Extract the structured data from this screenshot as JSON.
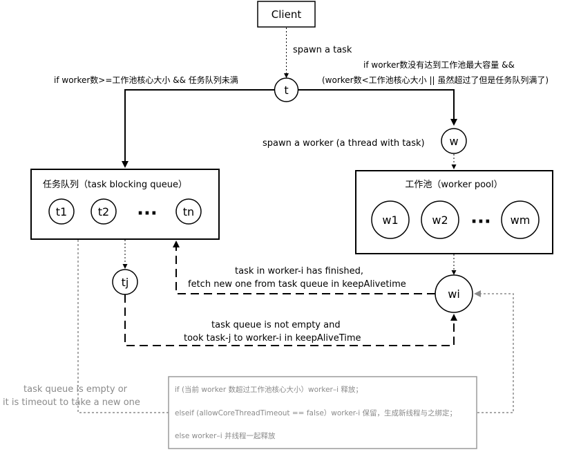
{
  "client": {
    "label": "Client"
  },
  "edges": {
    "spawn_task": "spawn a task",
    "core_full": "if worker数>=工作池核心大小 && 任务队列未满",
    "not_max_line1": "if worker数没有达到工作池最大容量 &&",
    "not_max_line2": "(worker数<工作池核心大小 || 虽然超过了但是任务队列满了)",
    "spawn_worker": "spawn a worker (a thread with task)",
    "finished_line1": "task in worker-i has finished,",
    "finished_line2": "fetch new one from task queue in keepAlivetime",
    "not_empty_line1": "task queue is not empty and",
    "not_empty_line2": "took task-j to worker-i in keepAliveTime",
    "empty_line1": "task queue is empty or",
    "empty_line2": "it is timeout to take a new one"
  },
  "nodes": {
    "t": "t",
    "w": "w",
    "tj": "tj",
    "wi": "wi"
  },
  "task_queue": {
    "title": "任务队列（task blocking queue）",
    "items": [
      "t1",
      "t2",
      "tn"
    ],
    "ellipsis": "···"
  },
  "worker_pool": {
    "title": "工作池（worker pool）",
    "items": [
      "w1",
      "w2",
      "wm"
    ],
    "ellipsis": "···"
  },
  "note": {
    "line1": "if (当前 worker 数超过工作池核心大小）worker–i 释放；",
    "line2": "elseif (allowCoreThreadTimeout == false）worker-i 保留，生成新线程与之绑定；",
    "line3": "else worker–i 并线程一起释放"
  },
  "colors": {
    "line": "#000000",
    "gray_dashed": "#8a8a8a"
  }
}
